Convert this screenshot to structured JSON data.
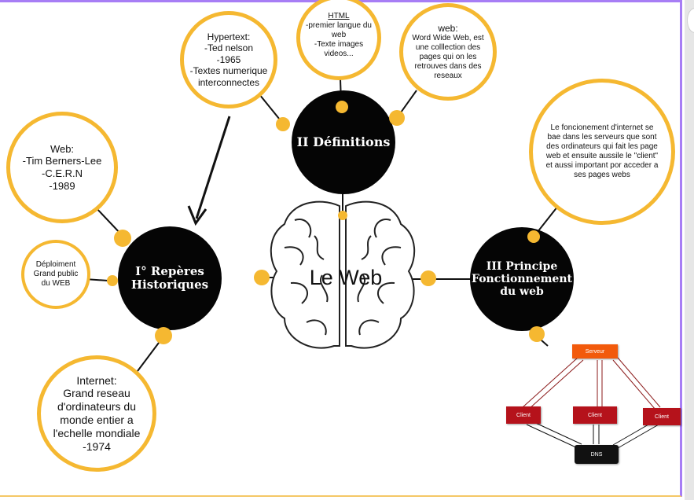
{
  "center": {
    "title": "Le Web"
  },
  "hubs": {
    "historique": {
      "line1": "I° Repères",
      "line2": "Historiques"
    },
    "definitions": {
      "line1": "II Définitions"
    },
    "principe": {
      "line1": "III Principe",
      "line2": "Fonctionnement",
      "line3": "du web"
    }
  },
  "bubbles": {
    "web_history": {
      "lines": [
        "Web:",
        "-Tim Berners-Lee",
        "-C.E.R.N",
        "-1989"
      ]
    },
    "deploiement": {
      "lines": [
        "Déploiment",
        "Grand public",
        "du WEB"
      ]
    },
    "internet": {
      "lines": [
        "Internet:",
        "Grand reseau",
        "d'ordinateurs du",
        "monde entier a",
        "l'echelle mondiale",
        "-1974"
      ]
    },
    "hypertext": {
      "lines": [
        "Hypertext:",
        "-Ted nelson",
        "-1965",
        "-Textes numerique",
        "interconnectes"
      ]
    },
    "html": {
      "title": "HTML",
      "lines": [
        "-premier langue du",
        "web",
        "-Texte images",
        "videos..."
      ]
    },
    "web_def": {
      "lines": [
        "web:",
        "Word Wide Web, est",
        "une colllection des",
        "pages qui on les",
        "retrouves dans des",
        "reseaux"
      ]
    },
    "fonctionnement": {
      "text": "Le foncionement d'internet se bae dans les serveurs que sont des ordinateurs qui fait les page web et ensuite aussile le \"client\" et aussi important por acceder a ses pages webs"
    }
  },
  "network": {
    "server": "Serveur",
    "client_left": "Client",
    "client_middle": "Client",
    "client_right": "Client",
    "dns": "DNS"
  },
  "colors": {
    "accent": "#f5b831",
    "hub": "#050505",
    "server": "#f25a0c",
    "client": "#b5121b",
    "dns": "#111111"
  }
}
